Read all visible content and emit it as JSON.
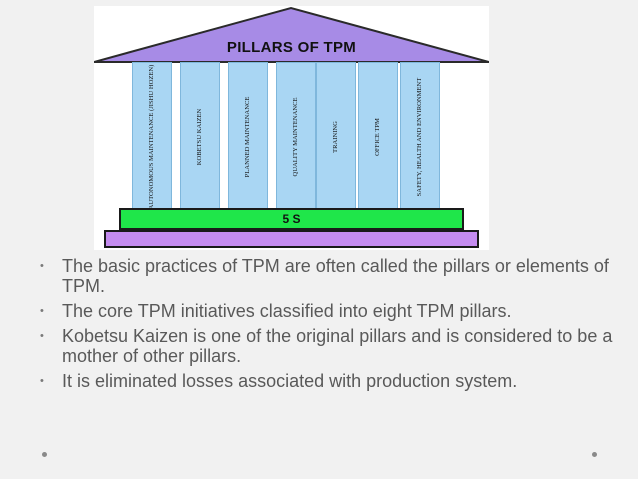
{
  "diagram": {
    "title": "PILLARS OF TPM",
    "pillars": [
      "AUTONOMOUS MAINTENANCE (JISHU HOZEN)",
      "KOBETSU KAIZEN",
      "PLANNED MAINTENANCE",
      "QUALITY MAINTENANCE",
      "TRAINING",
      "OFFICE TPM",
      "SAFETY, HEALTH AND ENVIRONMENT"
    ],
    "base_label": "5 S",
    "colors": {
      "roof": "#a78be6",
      "pillar": "#a9d6f3",
      "base_5s": "#1fe64a",
      "base_bottom": "#c58cf0"
    }
  },
  "bullets": [
    "The basic practices of TPM are often called the pillars or elements of TPM.",
    "The core TPM initiatives classified into eight TPM pillars.",
    "Kobetsu Kaizen is one of the original pillars and is considered to be a mother of other pillars.",
    "It is eliminated losses associated with production system."
  ]
}
